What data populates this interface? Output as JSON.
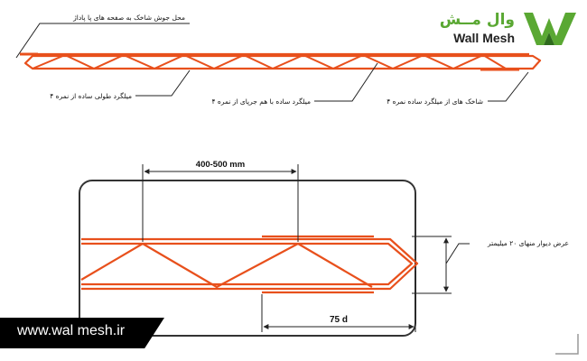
{
  "brand": {
    "name_fa": "وال مــش",
    "name_en": "Wall Mesh",
    "color_green": "#5aa833",
    "color_dark": "#222222",
    "logo_icon": "wall-mesh-logo-icon"
  },
  "website": {
    "url": "www.wal mesh.ir"
  },
  "top_diagram": {
    "labels": {
      "weld_point": "محل جوش شاخک به صفحه های پا پاداژ",
      "longitudinal_bar": "میلگرد طولی ساده از نمره ۴",
      "zigzag_bar": "میلگرد ساده با هم جرپای از نمره ۴",
      "branches": "شاخک های از میلگرد ساده نمره ۴"
    }
  },
  "bottom_diagram": {
    "spacing_label": "400-500 mm",
    "lap_label": "75 d",
    "width_label": "عرض دیوار منهای ۲۰ میلیمتر"
  },
  "colors": {
    "rebar": "#e8501c",
    "line": "#222222",
    "frame": "#333333"
  }
}
